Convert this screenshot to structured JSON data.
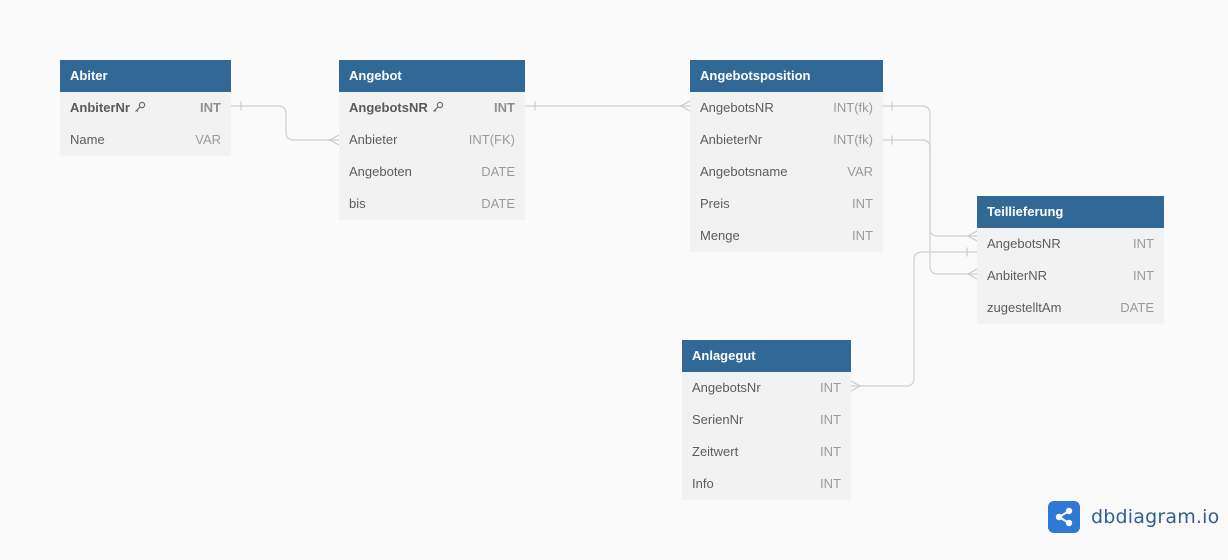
{
  "tables": {
    "abiter": {
      "name": "Abiter",
      "fields": [
        {
          "name": "AnbiterNr",
          "type": "INT",
          "pk": true
        },
        {
          "name": "Name",
          "type": "VAR"
        }
      ]
    },
    "angebot": {
      "name": "Angebot",
      "fields": [
        {
          "name": "AngebotsNR",
          "type": "INT",
          "pk": true
        },
        {
          "name": "Anbieter",
          "type": "INT(FK)"
        },
        {
          "name": "Angeboten",
          "type": "DATE"
        },
        {
          "name": "bis",
          "type": "DATE"
        }
      ]
    },
    "angebotsposition": {
      "name": "Angebotsposition",
      "fields": [
        {
          "name": "AngebotsNR",
          "type": "INT(fk)"
        },
        {
          "name": "AnbieterNr",
          "type": "INT(fk)"
        },
        {
          "name": "Angebotsname",
          "type": "VAR"
        },
        {
          "name": "Preis",
          "type": "INT"
        },
        {
          "name": "Menge",
          "type": "INT"
        }
      ]
    },
    "teillieferung": {
      "name": "Teillieferung",
      "fields": [
        {
          "name": "AngebotsNR",
          "type": "INT"
        },
        {
          "name": "AnbiterNR",
          "type": "INT"
        },
        {
          "name": "zugestelltAm",
          "type": "DATE"
        }
      ]
    },
    "anlagegut": {
      "name": "Anlagegut",
      "fields": [
        {
          "name": "AngebotsNr",
          "type": "INT"
        },
        {
          "name": "SerienNr",
          "type": "INT"
        },
        {
          "name": "Zeitwert",
          "type": "INT"
        },
        {
          "name": "Info",
          "type": "INT"
        }
      ]
    }
  },
  "icons": {
    "primary_key": "key-icon",
    "logo": "share-icon"
  },
  "colors": {
    "header_bg": "#316896",
    "header_text": "#ffffff",
    "body_bg": "#f2f2f2",
    "canvas_bg": "#fafafa",
    "connector": "#d4d6d9",
    "logo_accent": "#2f78d6"
  },
  "brand": {
    "text": "dbdiagram.io"
  }
}
